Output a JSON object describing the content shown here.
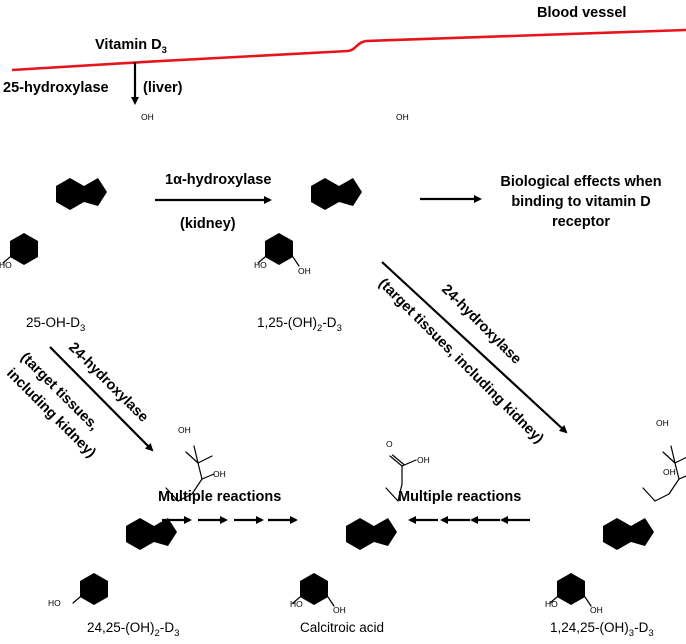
{
  "blood_vessel": {
    "label": "Blood vessel",
    "line_color": "#e8141b"
  },
  "vitamin": {
    "name": "Vitamin D",
    "sub": "3"
  },
  "liver_step": {
    "enzyme": "25-hydroxylase",
    "organ": "(liver)"
  },
  "kidney_step": {
    "enzyme": "1α-hydroxylase",
    "organ": "(kidney)"
  },
  "effects": {
    "line1": "Biological effects when",
    "line2": "binding to vitamin D",
    "line3": "receptor"
  },
  "target_step": {
    "enzyme": "24-hydroxylase",
    "left_line1": "(target tissues,",
    "left_line2": "including kidney)",
    "right": "(target tissues, including kidney)"
  },
  "multiple_reactions": "Multiple reactions",
  "compounds": {
    "c25": {
      "pre": "25-OH-D",
      "sub1": "3",
      "post": "",
      "sub2": ""
    },
    "c125": {
      "pre": "1,25-(OH)",
      "sub1": "2",
      "post": "-D",
      "sub2": "3"
    },
    "c2425": {
      "pre": "24,25-(OH)",
      "sub1": "2",
      "post": "-D",
      "sub2": "3"
    },
    "calcitroic": {
      "pre": "Calcitroic acid"
    },
    "c12425": {
      "pre": "1,24,25-(OH)",
      "sub1": "3",
      "post": "-D",
      "sub2": "3"
    }
  },
  "atoms": {
    "oh": "OH",
    "ho": "HO",
    "o": "O"
  }
}
